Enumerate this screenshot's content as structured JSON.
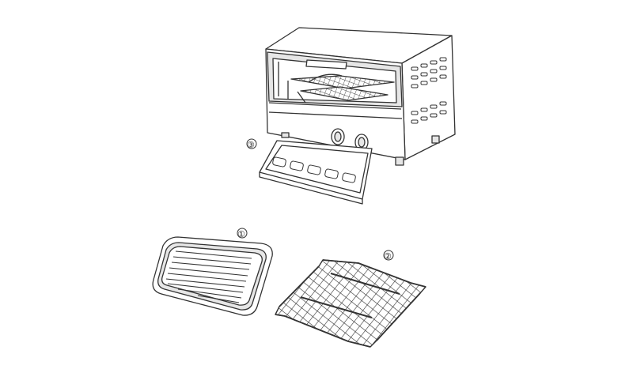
{
  "callouts": {
    "tray": "①",
    "rack": "②",
    "crumb_tray": "③"
  },
  "colors": {
    "line": "#333333",
    "fill": "#ffffff",
    "shade": "#e6e6e6"
  },
  "icons": [
    "toaster-oven",
    "baking-tray",
    "wire-rack",
    "crumb-tray"
  ]
}
